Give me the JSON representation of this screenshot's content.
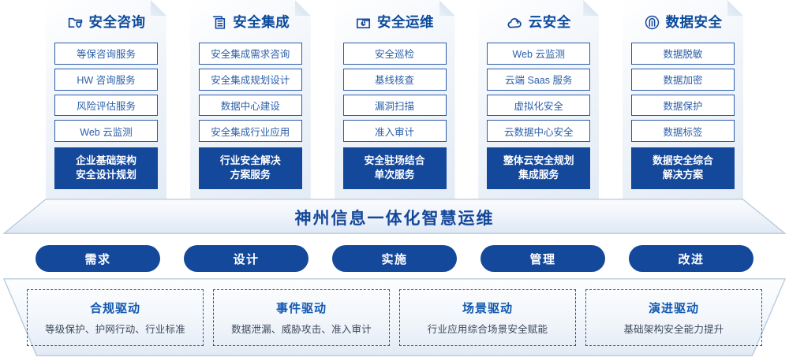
{
  "columns": [
    {
      "icon": "folder-shield-icon",
      "title": "安全咨询",
      "items": [
        "等保咨询服务",
        "HW 咨询服务",
        "风险评估服务",
        "Web 云监测"
      ],
      "summary": "企业基础架构\n安全设计规划"
    },
    {
      "icon": "stacked-panels-icon",
      "title": "安全集成",
      "items": [
        "安全集成需求咨询",
        "安全集成规划设计",
        "数据中心建设",
        "安全集成行业应用"
      ],
      "summary": "行业安全解决\n方案服务"
    },
    {
      "icon": "monitor-pie-icon",
      "title": "安全运维",
      "items": [
        "安全巡检",
        "基线核查",
        "漏洞扫描",
        "准入审计"
      ],
      "summary": "安全驻场结合\n单次服务"
    },
    {
      "icon": "cloud-icon",
      "title": "云安全",
      "items": [
        "Web 云监测",
        "云端 Saas 服务",
        "虚拟化安全",
        "云数据中心安全"
      ],
      "summary": "整体云安全规划\n集成服务"
    },
    {
      "icon": "fingerprint-icon",
      "title": "数据安全",
      "items": [
        "数据脱敏",
        "数据加密",
        "数据保护",
        "数据标签"
      ],
      "summary": "数据安全综合\n解决方案"
    }
  ],
  "banner": {
    "text": "神州信息一体化智慧运维"
  },
  "phases": [
    {
      "label": "需求"
    },
    {
      "label": "设计"
    },
    {
      "label": "实施"
    },
    {
      "label": "管理"
    },
    {
      "label": "改进"
    }
  ],
  "drivers": [
    {
      "title": "合规驱动",
      "desc": "等级保护、护网行动、行业标准"
    },
    {
      "title": "事件驱动",
      "desc": "数据泄漏、威胁攻击、准入审计"
    },
    {
      "title": "场景驱动",
      "desc": "行业应用综合场景安全赋能"
    },
    {
      "title": "演进驱动",
      "desc": "基础架构安全能力提升"
    }
  ],
  "colors": {
    "brand_blue": "#14489b",
    "title_blue": "#0b4a9c",
    "item_border": "#2c5ca8",
    "item_text": "#2b5fa8",
    "driver_title": "#1258b0",
    "driver_text": "#3d4a5c",
    "card_bg_light": "#ffffff",
    "card_bg_dark": "#e3ebf6"
  }
}
